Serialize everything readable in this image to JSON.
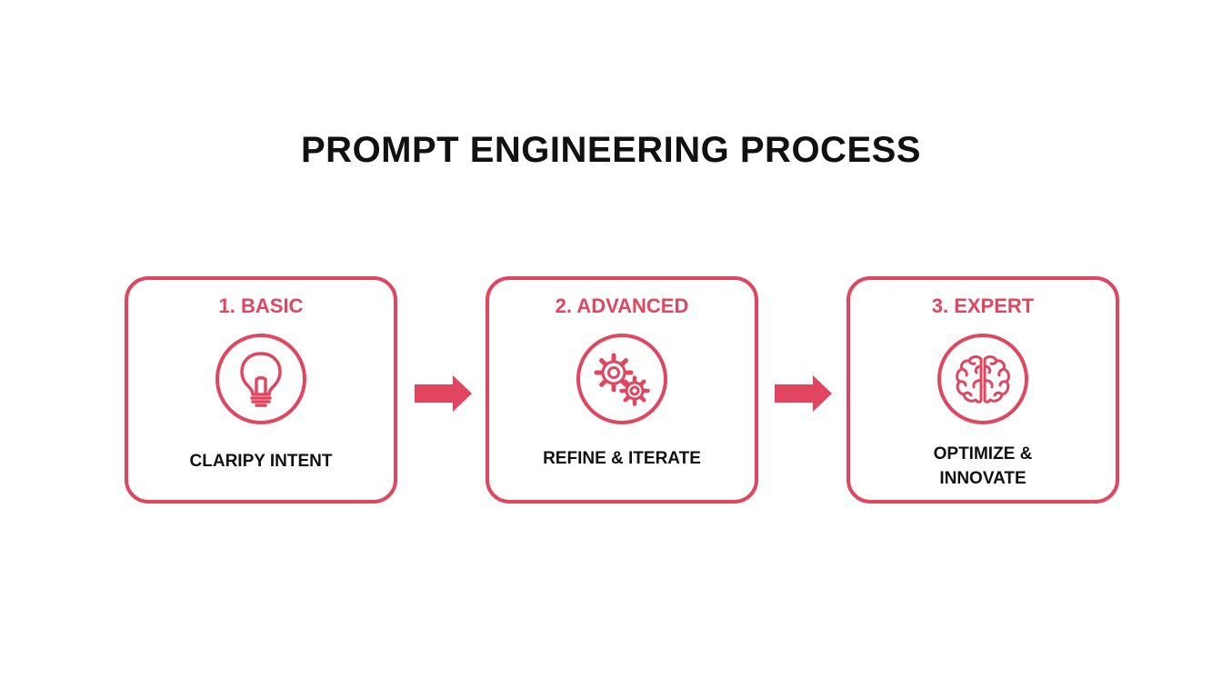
{
  "title": "PROMPT ENGINEERING PROCESS",
  "accent_color": "#e0465f",
  "steps": [
    {
      "label": "1. BASIC",
      "icon": "lightbulb-icon",
      "caption": "CLARIPY INTENT"
    },
    {
      "label": "2. ADVANCED",
      "icon": "gears-icon",
      "caption": "REFINE & ITERATE"
    },
    {
      "label": "3. EXPERT",
      "icon": "brain-icon",
      "caption_lines": [
        "OPTIMIZE &",
        "INNOVATE"
      ]
    }
  ]
}
